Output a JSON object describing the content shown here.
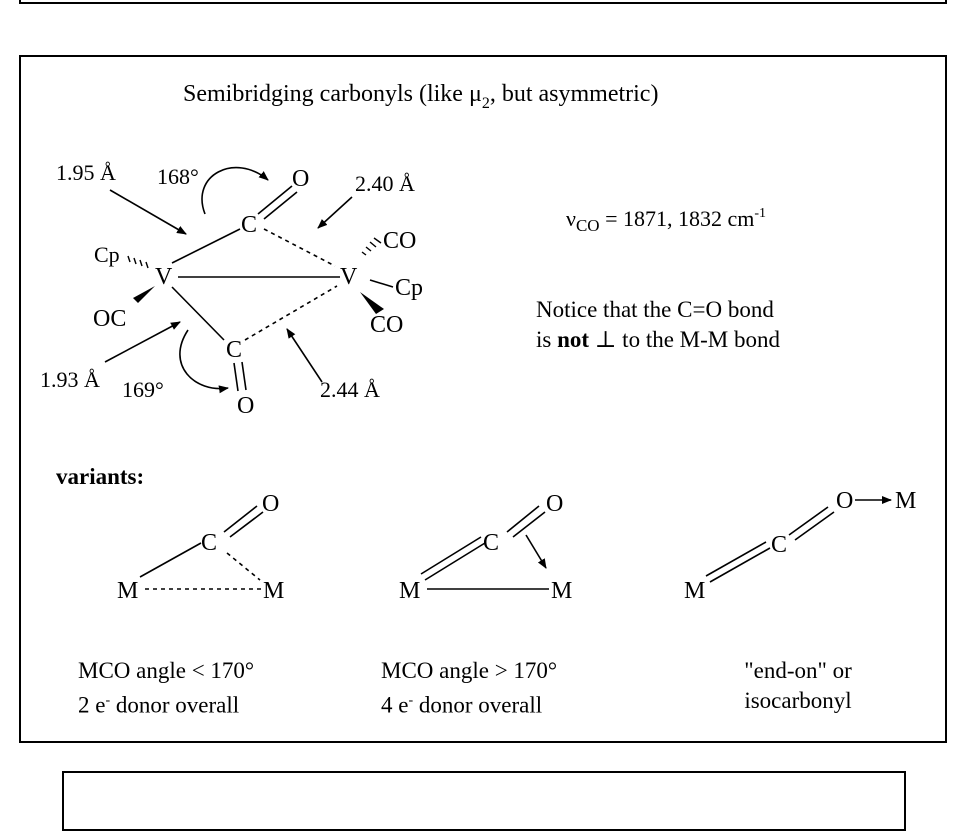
{
  "title": {
    "prefix": "Semibridging carbonyls (like μ",
    "subscript": "2",
    "suffix": ", but asymmetric)"
  },
  "main_structure": {
    "atoms": {
      "v_left": "V",
      "v_right": "V",
      "c_top": "C",
      "c_bottom": "C",
      "o_top": "O",
      "o_bottom": "O",
      "cp_left": "Cp",
      "oc_left": "OC",
      "co_right_top": "CO",
      "cp_right": "Cp",
      "co_right_bottom": "CO"
    },
    "labels": {
      "dist_top_left": "1.95 Å",
      "angle_top": "168°",
      "dist_top_right": "2.40 Å",
      "dist_bottom_left": "1.93 Å",
      "angle_bottom": "169°",
      "dist_bottom_right": "2.44 Å"
    }
  },
  "ir": {
    "nu": "ν",
    "nu_sub": "CO",
    "value": " = 1871, 1832 cm",
    "exp": "-1"
  },
  "notice": {
    "line1": "Notice that the C=O bond",
    "line2_prefix": "is ",
    "line2_bold": "not",
    "line2_suffix": " ⊥ to the M-M bond"
  },
  "variants": {
    "heading": "variants:",
    "v1": {
      "atoms": {
        "m1": "M",
        "c": "C",
        "o": "O",
        "m2": "M"
      },
      "line1": "MCO angle < 170°",
      "line2_prefix": "2 e",
      "line2_sup": "-",
      "line2_suffix": " donor overall"
    },
    "v2": {
      "atoms": {
        "m1": "M",
        "c": "C",
        "o": "O",
        "m2": "M"
      },
      "line1": "MCO angle > 170°",
      "line2_prefix": "4 e",
      "line2_sup": "-",
      "line2_suffix": " donor overall"
    },
    "v3": {
      "atoms": {
        "m1": "M",
        "c": "C",
        "o": "O",
        "m2": "M"
      },
      "line1": "\"end-on\" or",
      "line2": "isocarbonyl"
    }
  }
}
